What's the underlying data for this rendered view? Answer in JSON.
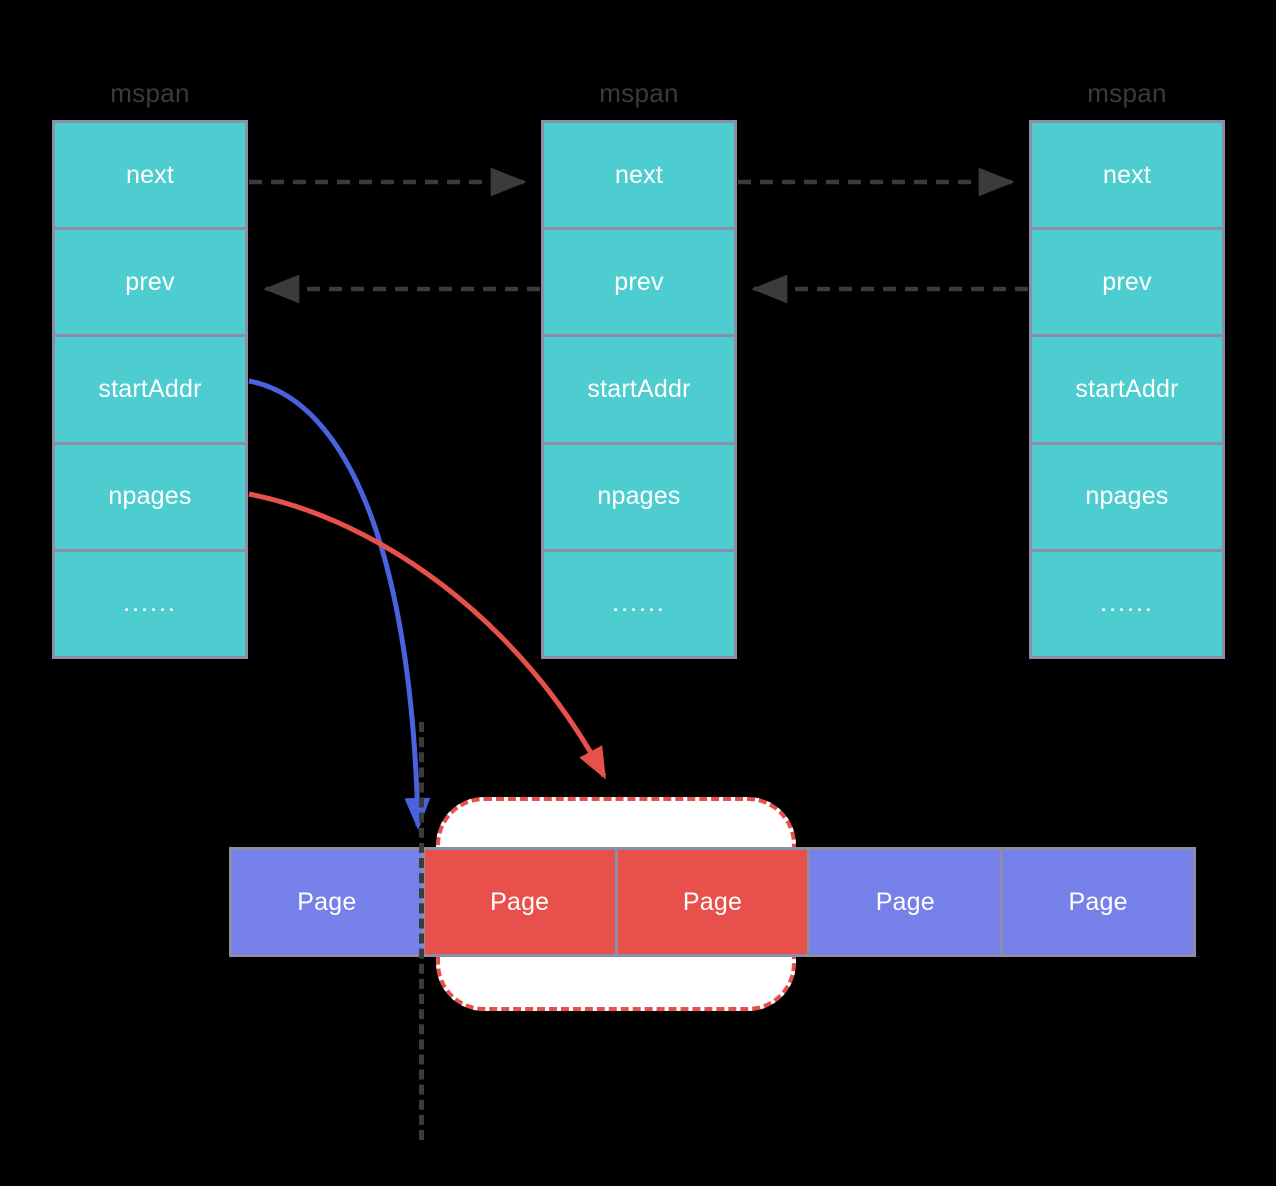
{
  "diagram": {
    "title": "mspan linked list pointing into page heap",
    "colors": {
      "mspan_fill": "#4ecdd0",
      "mspan_border": "#8d8da8",
      "page_free": "#7580e8",
      "page_used": "#e8504b",
      "startaddr_arrow": "#4a62e0",
      "npages_arrow": "#e8504b",
      "link_arrow": "#3b3b3b",
      "background": "#000000",
      "highlight_fill": "#ffffff"
    },
    "mspans": [
      {
        "title": "mspan",
        "fields": [
          {
            "label": "next"
          },
          {
            "label": "prev"
          },
          {
            "label": "startAddr"
          },
          {
            "label": "npages"
          },
          {
            "label": "......"
          }
        ]
      },
      {
        "title": "mspan",
        "fields": [
          {
            "label": "next"
          },
          {
            "label": "prev"
          },
          {
            "label": "startAddr"
          },
          {
            "label": "npages"
          },
          {
            "label": "......"
          }
        ]
      },
      {
        "title": "mspan",
        "fields": [
          {
            "label": "next"
          },
          {
            "label": "prev"
          },
          {
            "label": "startAddr"
          },
          {
            "label": "npages"
          },
          {
            "label": "......"
          }
        ]
      }
    ],
    "pages": [
      {
        "label": "Page",
        "state": "free"
      },
      {
        "label": "Page",
        "state": "used"
      },
      {
        "label": "Page",
        "state": "used"
      },
      {
        "label": "Page",
        "state": "free"
      },
      {
        "label": "Page",
        "state": "free"
      }
    ],
    "connections": [
      {
        "name": "next-link-1",
        "from": "mspan-1.next",
        "to": "mspan-2.next",
        "style": "dashed",
        "direction": "right"
      },
      {
        "name": "next-link-2",
        "from": "mspan-2.next",
        "to": "mspan-3.next",
        "style": "dashed",
        "direction": "right"
      },
      {
        "name": "prev-link-1",
        "from": "mspan-2.prev",
        "to": "mspan-1.prev",
        "style": "dashed",
        "direction": "left"
      },
      {
        "name": "prev-link-2",
        "from": "mspan-3.prev",
        "to": "mspan-2.prev",
        "style": "dashed",
        "direction": "left"
      },
      {
        "name": "startaddr-pointer",
        "from": "mspan-1.startAddr",
        "to": "page-boundary",
        "style": "solid",
        "color": "#4a62e0"
      },
      {
        "name": "npages-pointer",
        "from": "mspan-1.npages",
        "to": "span-extent-highlight",
        "style": "solid",
        "color": "#e8504b"
      }
    ]
  }
}
